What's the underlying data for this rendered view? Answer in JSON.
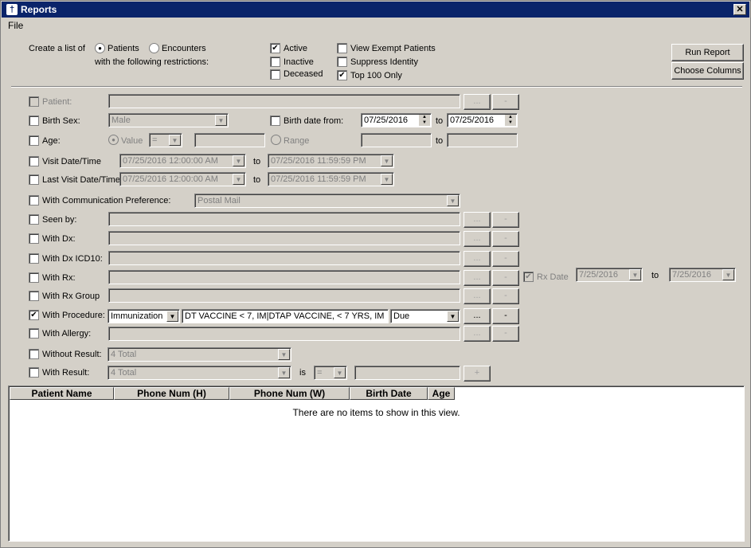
{
  "window": {
    "title": "Reports",
    "close": "✕"
  },
  "menu": {
    "file": "File"
  },
  "header": {
    "create_list_of": "Create a list of",
    "patients": "Patients",
    "encounters": "Encounters",
    "restrictions": "with the following restrictions:",
    "active": "Active",
    "inactive": "Inactive",
    "deceased": "Deceased",
    "view_exempt": "View Exempt Patients",
    "suppress_identity": "Suppress Identity",
    "top100": "Top 100 Only",
    "run_report": "Run Report",
    "choose_columns": "Choose Columns"
  },
  "criteria": {
    "patient": "Patient:",
    "birth_sex": "Birth Sex:",
    "birth_sex_value": "Male",
    "birth_date_from": "Birth date from:",
    "birth_from": "07/25/2016",
    "to": "to",
    "birth_to": "07/25/2016",
    "age": "Age:",
    "value": "Value",
    "age_op": "=",
    "range": "Range",
    "visit_dt": "Visit Date/Time",
    "visit_from": "07/25/2016 12:00:00 AM",
    "visit_to": "07/25/2016 11:59:59 PM",
    "last_visit_dt": "Last Visit Date/Time",
    "last_from": "07/25/2016 12:00:00 AM",
    "last_to": "07/25/2016 11:59:59 PM",
    "comm_pref": "With Communication Preference:",
    "comm_value": "Postal Mail",
    "seen_by": "Seen by:",
    "with_dx": "With Dx:",
    "with_dx_icd10": "With Dx ICD10:",
    "with_rx": "With Rx:",
    "rx_date": "Rx Date",
    "rx_from": "7/25/2016",
    "rx_to": "7/25/2016",
    "with_rx_group": "With Rx Group",
    "with_procedure": "With Procedure:",
    "procedure_type": "Immunization",
    "procedure_value": "DT VACCINE < 7, IM|DTAP VACCINE, < 7 YRS, IM",
    "procedure_status": "Due",
    "with_allergy": "With Allergy:",
    "without_result": "Without Result:",
    "without_result_value": "4 Total",
    "with_result": "With Result:",
    "with_result_value": "4 Total",
    "is": "is",
    "is_op": "=",
    "ellipsis": "...",
    "minus": "-",
    "plus": "+"
  },
  "grid": {
    "columns": [
      "Patient Name",
      "Phone Num (H)",
      "Phone Num (W)",
      "Birth Date",
      "Age"
    ],
    "empty": "There are no items to show in this view."
  }
}
